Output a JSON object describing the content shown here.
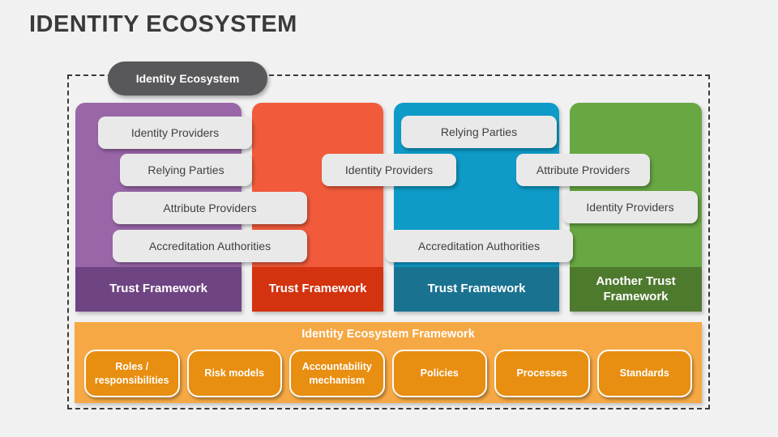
{
  "slide": {
    "title": "IDENTITY ECOSYSTEM"
  },
  "ecosystem": {
    "pill_label": "Identity Ecosystem",
    "columns": [
      {
        "footer_label": "Trust Framework",
        "body_color": "#9966A8",
        "footer_color": "#6F4482"
      },
      {
        "footer_label": "Trust Framework",
        "body_color": "#F15B3B",
        "footer_color": "#D3330F"
      },
      {
        "footer_label": "Trust Framework",
        "body_color": "#0E9BC8",
        "footer_color": "#1A7291"
      },
      {
        "footer_label": "Another Trust Framework",
        "body_color": "#68A843",
        "footer_color": "#4E7A2E"
      }
    ],
    "labels": [
      {
        "text": "Identity Providers"
      },
      {
        "text": "Relying Parties"
      },
      {
        "text": "Attribute Providers"
      },
      {
        "text": "Accreditation Authorities"
      },
      {
        "text": "Identity Providers"
      },
      {
        "text": "Relying Parties"
      },
      {
        "text": "Attribute Providers"
      },
      {
        "text": "Identity Providers"
      },
      {
        "text": "Accreditation Authorities"
      }
    ]
  },
  "framework": {
    "title": "Identity Ecosystem Framework",
    "items": [
      "Roles / responsibilities",
      "Risk models",
      "Accountability mechanism",
      "Policies",
      "Processes",
      "Standards"
    ]
  },
  "colors": {
    "background": "#F1F1F1",
    "title_text": "#3A3A3A",
    "pill_bg": "#58585A",
    "label_bg": "#E9E9E9",
    "label_text": "#404040",
    "banner_bg": "#F5A843",
    "button_bg": "#E88E10",
    "dashed_border": "#3C3C3C"
  }
}
